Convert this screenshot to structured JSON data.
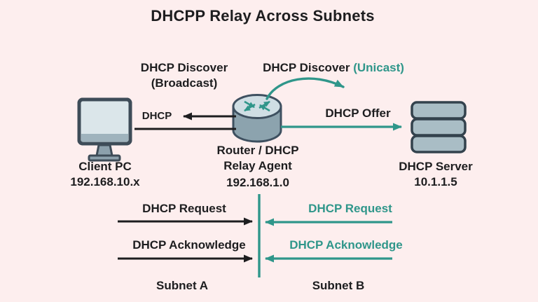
{
  "title": "DHCPP Relay Across Subnets",
  "colors": {
    "background": "#fdeeee",
    "accent_teal": "#2f968a",
    "text_black": "#1d1d1f",
    "icon_fill": "#a9bdc5",
    "icon_outline": "#3e5060"
  },
  "nodes": {
    "client": {
      "icon": "desktop-monitor-icon",
      "label": "Client PC",
      "address": "192.168.10.x"
    },
    "router": {
      "icon": "router-cylinder-icon",
      "label_line1": "Router / DHCP",
      "label_line2": "Relay Agent",
      "address": "192.168.1.0"
    },
    "server": {
      "icon": "server-stack-icon",
      "label": "DHCP Server",
      "address": "10.1.1.5"
    }
  },
  "messages": {
    "discover_broadcast_line1": "DHCP Discover",
    "discover_broadcast_line2": "(Broadcast)",
    "discover_unicast_prefix": "DHCP Discover ",
    "discover_unicast_suffix": "(Unicast)",
    "dhcp_short": "DHCP",
    "offer": "DHCP Offer",
    "request_left": "DHCP Request",
    "request_right": "DHCP Request",
    "ack_left": "DHCP Acknowledge",
    "ack_right": "DHCP Acknowledge"
  },
  "subnets": {
    "left": "Subnet A",
    "right": "Subnet B"
  }
}
